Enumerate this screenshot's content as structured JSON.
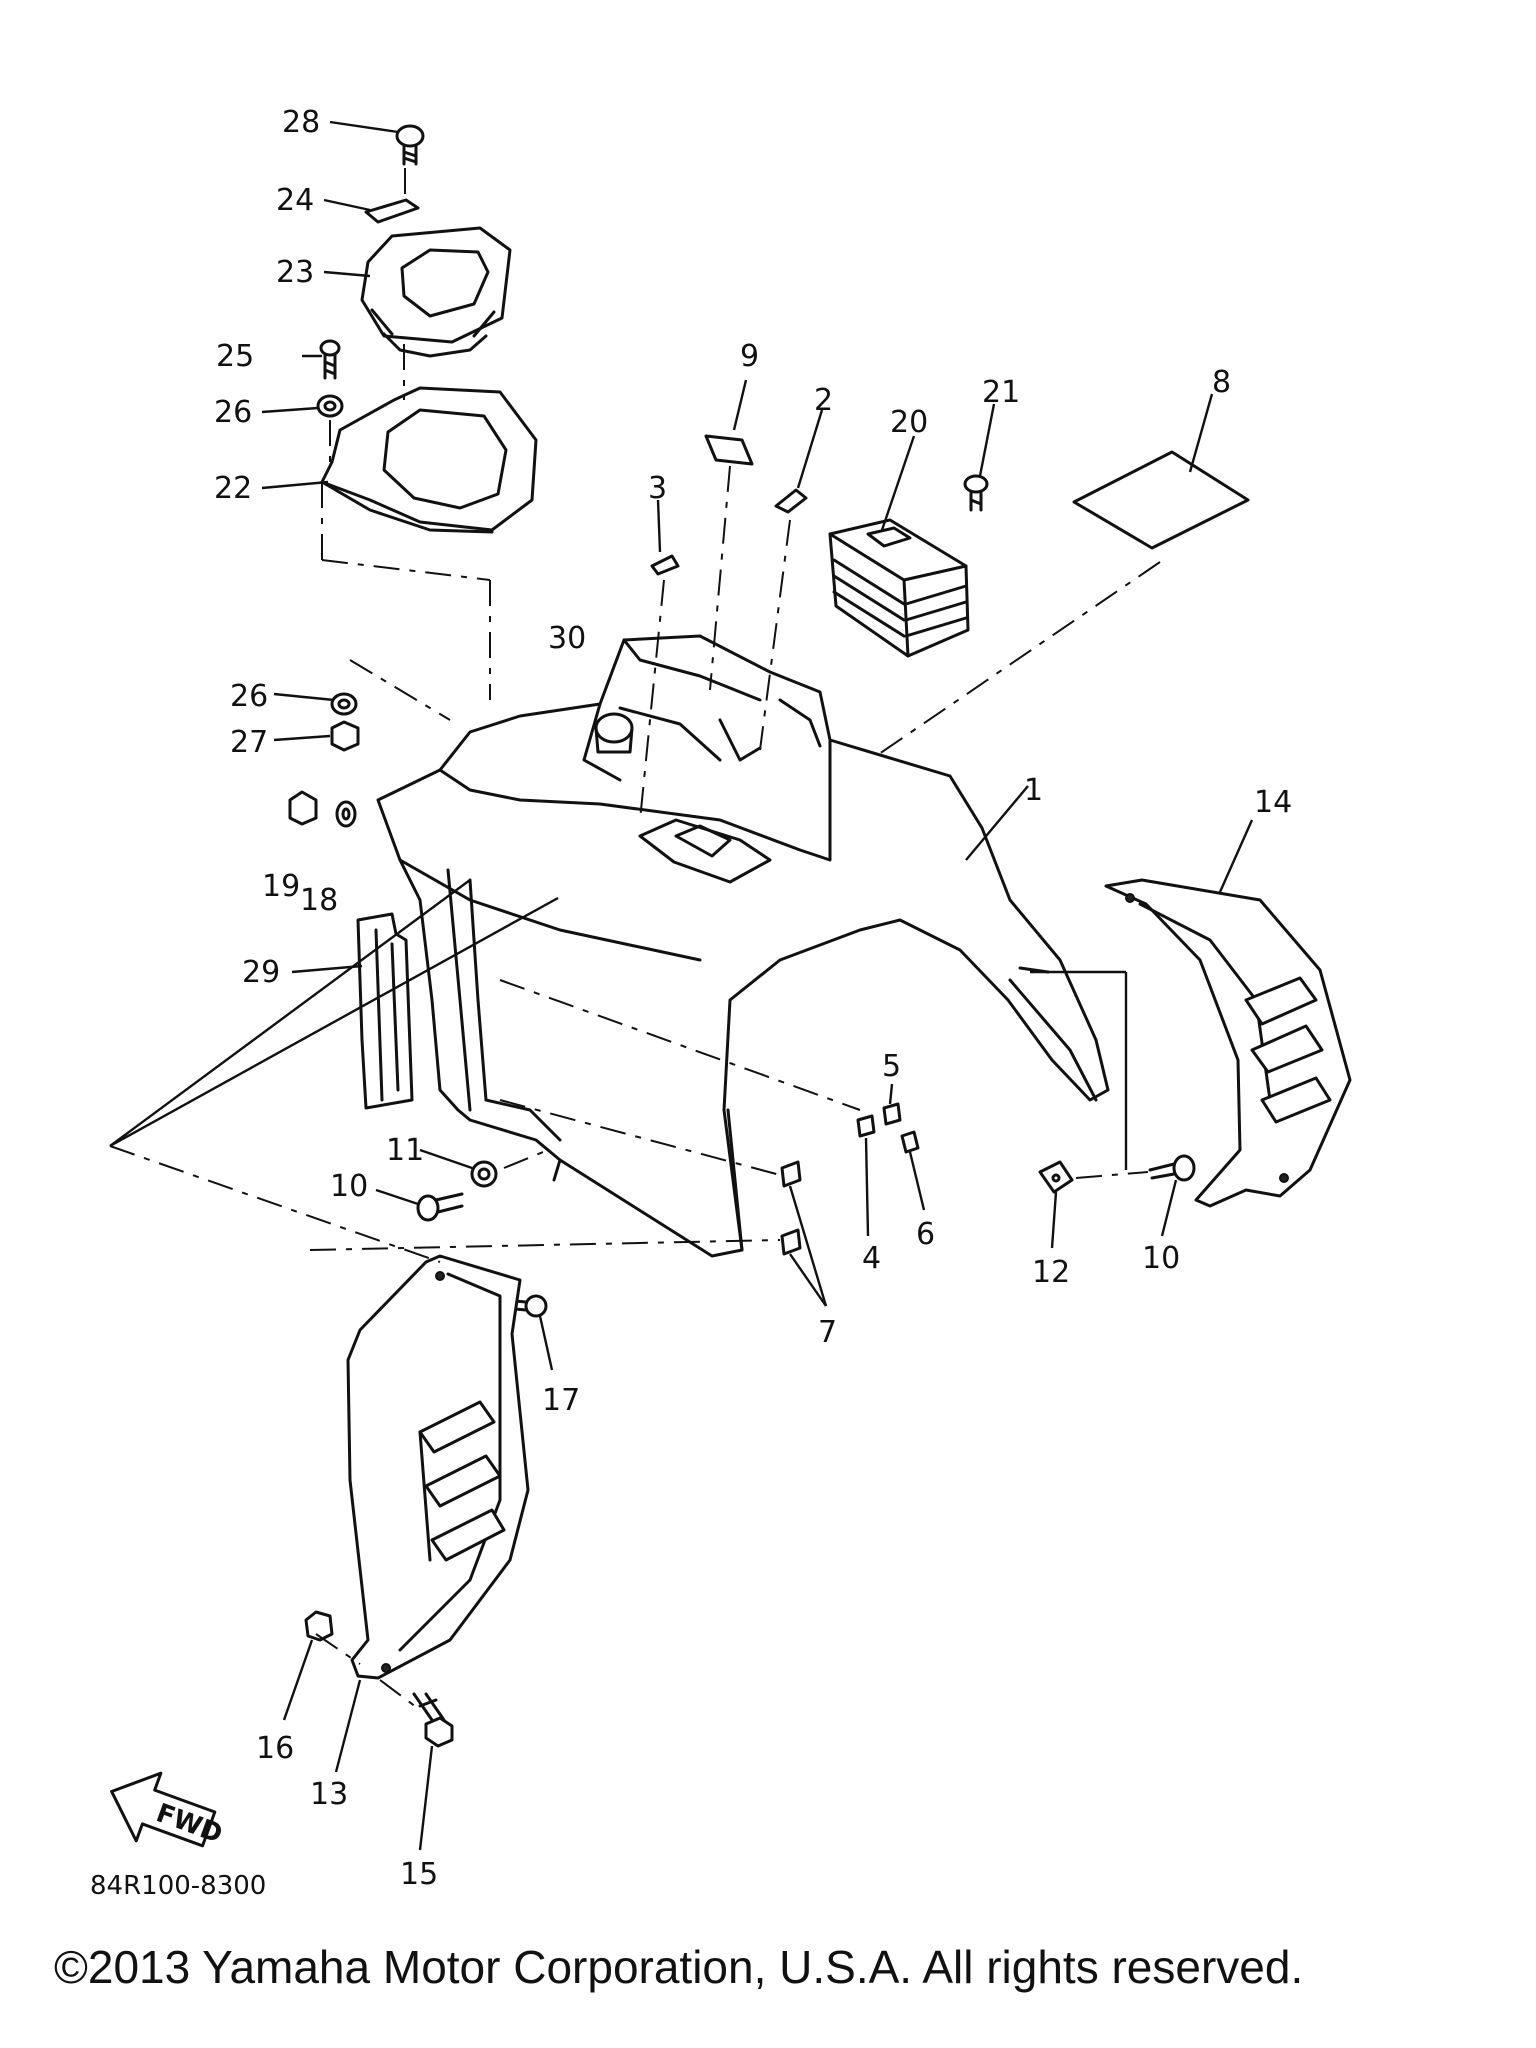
{
  "diagram": {
    "part_code": "84R100-8300",
    "fwd_label": "FWD",
    "copyright": "©2013 Yamaha Motor Corporation, U.S.A. All rights reserved."
  },
  "callouts": {
    "c1": "1",
    "c2": "2",
    "c3": "3",
    "c4": "4",
    "c5": "5",
    "c6": "6",
    "c7": "7",
    "c8": "8",
    "c9": "9",
    "c10a": "10",
    "c10b": "10",
    "c11": "11",
    "c12": "12",
    "c13": "13",
    "c14": "14",
    "c15": "15",
    "c16": "16",
    "c17": "17",
    "c18": "18",
    "c19": "19",
    "c20": "20",
    "c21": "21",
    "c22": "22",
    "c23": "23",
    "c24": "24",
    "c25": "25",
    "c26a": "26",
    "c26b": "26",
    "c27": "27",
    "c28": "28",
    "c29": "29",
    "c30": "30"
  }
}
